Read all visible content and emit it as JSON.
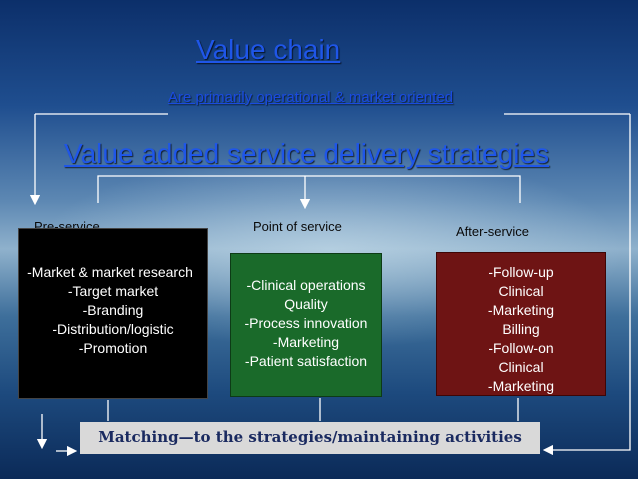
{
  "title": "Value chain",
  "subtitle": "Are primarily operational & market oriented",
  "heading": "Value added service delivery strategies",
  "columns": [
    {
      "label": "Pre-service",
      "items": [
        "-Market & market research",
        "-Target market",
        "-Branding",
        "-Distribution/logistic",
        "-Promotion"
      ],
      "color": "#000000"
    },
    {
      "label": "Point of service",
      "items": [
        "-Clinical operations",
        "Quality",
        "-Process innovation",
        "-Marketing",
        "-Patient satisfaction"
      ],
      "color": "#1a6a2a"
    },
    {
      "label": "After-service",
      "items": [
        "-Follow-up",
        "Clinical",
        "-Marketing",
        "Billing",
        "-Follow-on",
        "Clinical",
        "-Marketing"
      ],
      "color": "#6e1414"
    }
  ],
  "footer": "Matching—to the strategies/maintaining activities"
}
